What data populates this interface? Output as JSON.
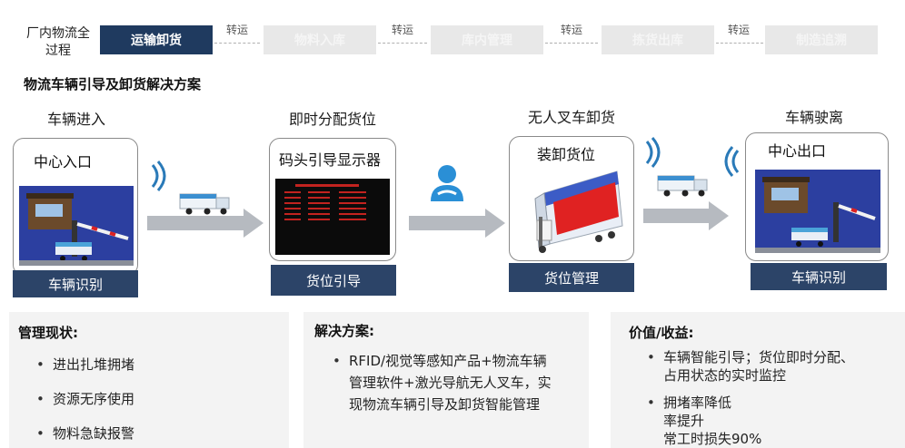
{
  "process": {
    "label": "厂内物流全过程",
    "steps": [
      "运输卸货",
      "物料入库",
      "库内管理",
      "拣货出库",
      "制造追溯"
    ],
    "transfer_label": "转运"
  },
  "section_title": "物流车辆引导及卸货解决方案",
  "stages": [
    {
      "title": "车辆进入",
      "card_title": "中心入口",
      "tag": "车辆识别"
    },
    {
      "title": "即时分配货位",
      "card_title": "码头引导显示器",
      "tag": "货位引导"
    },
    {
      "title": "无人叉车卸货",
      "card_title": "装卸货位",
      "tag": "货位管理"
    },
    {
      "title": "车辆驶离",
      "card_title": "中心出口",
      "tag": "车辆识别"
    }
  ],
  "panels": {
    "status": {
      "title": "管理现状:",
      "items": [
        "进出扎堆拥堵",
        "资源无序使用",
        "物料急缺报警"
      ]
    },
    "solution": {
      "title": "解决方案:",
      "text": [
        "RFID/视觉等感知产品+物流车辆",
        "管理软件+激光导航无人叉车，实",
        "现物流车辆引导及卸货智能管理"
      ]
    },
    "value": {
      "title": "价值/收益:",
      "item1": [
        "车辆智能引导；货位即时分配、",
        "占用状态的实时监控"
      ],
      "item2": [
        "拥堵率降低",
        "率提升",
        "常工时损失90%"
      ]
    }
  },
  "colors": {
    "accent": "#1f3a5f",
    "tag": "#2c4468",
    "arrow": "#b6bac0",
    "panel": "#f3f3f3"
  }
}
